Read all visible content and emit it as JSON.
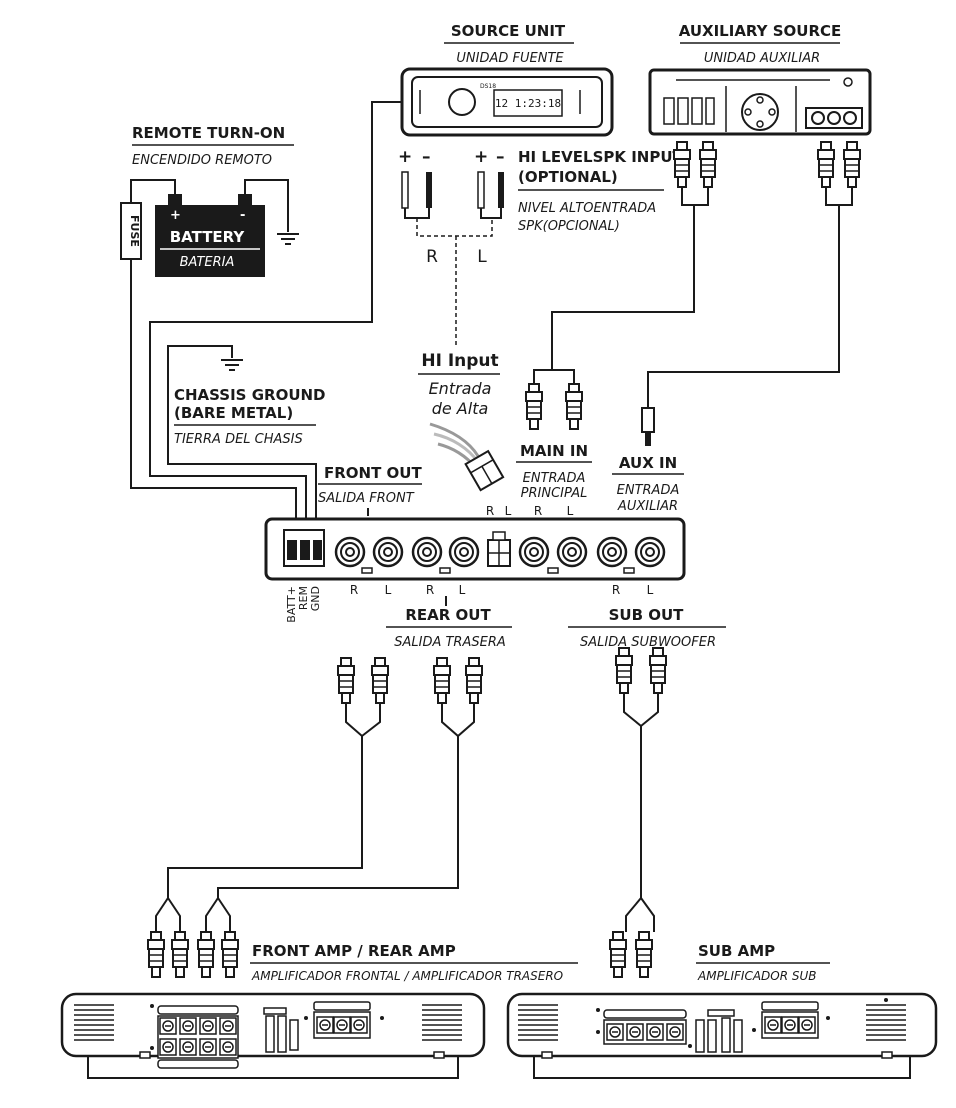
{
  "source_unit": {
    "title": "SOURCE UNIT",
    "subtitle": "UNIDAD FUENTE",
    "display_text": "12 1:23:18",
    "brand": "DS18"
  },
  "auxiliary_source": {
    "title": "AUXILIARY SOURCE",
    "subtitle": "UNIDAD AUXILIAR"
  },
  "remote_turn_on": {
    "title": "REMOTE TURN-ON",
    "subtitle": "ENCENDIDO REMOTO"
  },
  "battery": {
    "title": "BATTERY",
    "subtitle": "BATERIA",
    "plus": "+",
    "minus": "-"
  },
  "fuse": {
    "label": "FUSE"
  },
  "hi_level": {
    "title_line1": "HI LEVELSPK INPUT",
    "title_line2": "(OPTIONAL)",
    "subtitle_line1": "NIVEL ALTOENTRADA",
    "subtitle_line2": "SPK(OPCIONAL)",
    "r": "R",
    "l": "L",
    "plus": "+",
    "minus": "–"
  },
  "hi_input": {
    "title": "HI Input",
    "subtitle_line1": "Entrada",
    "subtitle_line2": "de Alta"
  },
  "chassis_ground": {
    "title_line1": "CHASSIS GROUND",
    "title_line2": "(BARE METAL)",
    "subtitle": "TIERRA DEL CHASIS"
  },
  "front_out": {
    "title": "FRONT OUT",
    "subtitle": "SALIDA FRONT"
  },
  "main_in": {
    "title": "MAIN IN",
    "subtitle_line1": "ENTRADA",
    "subtitle_line2": "PRINCIPAL"
  },
  "aux_in": {
    "title": "AUX IN",
    "subtitle_line1": "ENTRADA",
    "subtitle_line2": "AUXILIAR"
  },
  "rear_out": {
    "title": "REAR OUT",
    "subtitle": "SALIDA TRASERA"
  },
  "sub_out": {
    "title": "SUB OUT",
    "subtitle": "SALIDA SUBWOOFER"
  },
  "processor": {
    "power_labels": [
      "BATT+",
      "REM",
      "GND"
    ],
    "top_labels": [
      "R",
      "L",
      "R",
      "L"
    ],
    "bottom_labels": [
      "R",
      "L",
      "R",
      "L",
      "R",
      "L"
    ]
  },
  "front_rear_amp": {
    "title": "FRONT AMP / REAR AMP",
    "subtitle": "AMPLIFICADOR FRONTAL / AMPLIFICADOR TRASERO"
  },
  "sub_amp": {
    "title": "SUB AMP",
    "subtitle": "AMPLIFICADOR SUB"
  },
  "colors": {
    "ink": "#1a1a1a",
    "background": "#ffffff",
    "battery_fill": "#1a1a1a"
  }
}
